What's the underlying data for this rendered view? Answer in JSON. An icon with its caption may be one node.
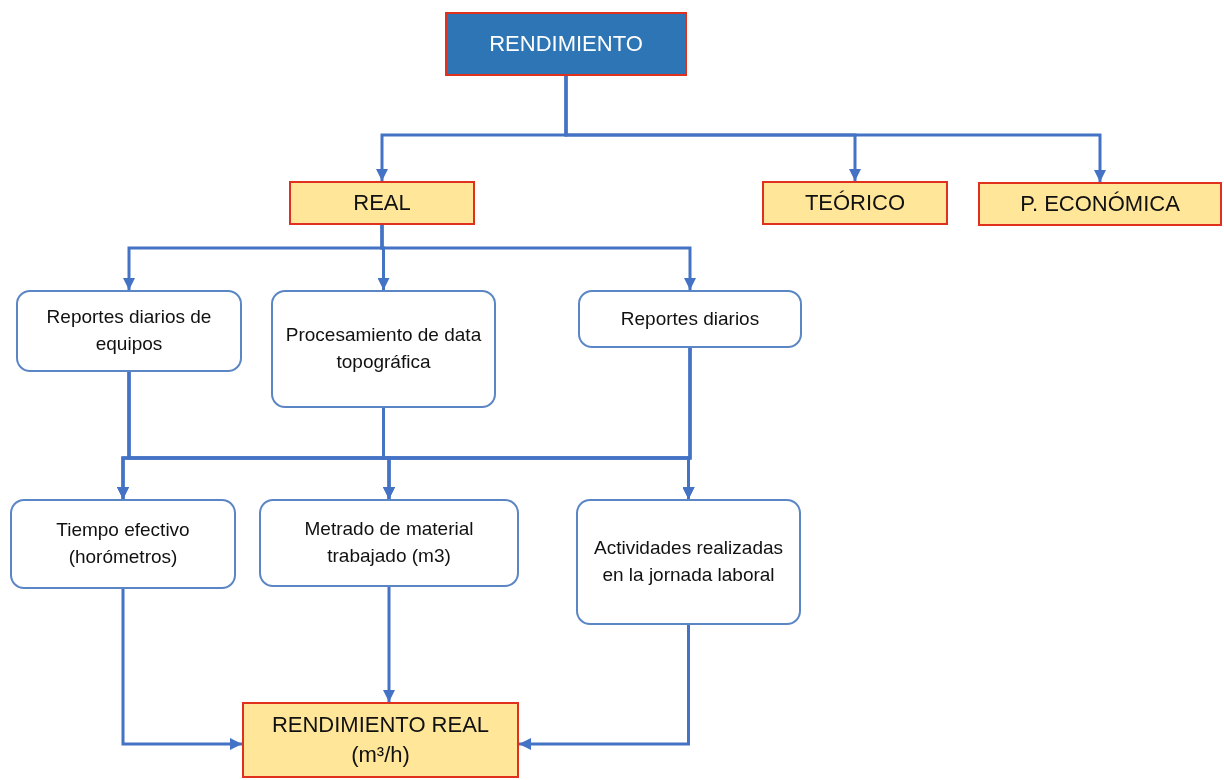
{
  "diagram": {
    "nodes": [
      {
        "text": [
          "RENDIMIENTO"
        ]
      },
      {
        "text": [
          "REAL"
        ]
      },
      {
        "text": [
          "TEÓRICO"
        ]
      },
      {
        "text": [
          "P. ECONÓMICA"
        ]
      },
      {
        "text": [
          "Reportes diarios de equipos"
        ]
      },
      {
        "text": [
          "Procesamiento de data topográfica"
        ]
      },
      {
        "text": [
          "Reportes diarios"
        ]
      },
      {
        "text": [
          "Tiempo efectivo (horómetros)"
        ]
      },
      {
        "text": [
          "Metrado de material trabajado (m3)"
        ]
      },
      {
        "text": [
          "Actividades realizadas en la jornada laboral"
        ]
      },
      {
        "text": [
          "RENDIMIENTO REAL (m³/h)"
        ]
      }
    ],
    "edges": [
      {
        "from": 0,
        "to": 1,
        "arrow": "to"
      },
      {
        "from": 0,
        "to": 2,
        "arrow": "to"
      },
      {
        "from": 0,
        "to": 3,
        "arrow": "to"
      },
      {
        "from": 1,
        "to": 4,
        "arrow": "to"
      },
      {
        "from": 1,
        "to": 5,
        "arrow": "to"
      },
      {
        "from": 1,
        "to": 6,
        "arrow": "to"
      },
      {
        "from": 4,
        "to": 7,
        "arrow": "to"
      },
      {
        "from": 4,
        "to": 8,
        "arrow": "to"
      },
      {
        "from": 4,
        "to": 9,
        "arrow": "to"
      },
      {
        "from": 5,
        "to": 7,
        "arrow": "to"
      },
      {
        "from": 5,
        "to": 8,
        "arrow": "to"
      },
      {
        "from": 5,
        "to": 9,
        "arrow": "to"
      },
      {
        "from": 6,
        "to": 7,
        "arrow": "to"
      },
      {
        "from": 6,
        "to": 8,
        "arrow": "to"
      },
      {
        "from": 6,
        "to": 9,
        "arrow": "to"
      },
      {
        "from": 7,
        "to": 10,
        "arrow": "to"
      },
      {
        "from": 8,
        "to": 10,
        "arrow": "to"
      },
      {
        "from": 9,
        "to": 10,
        "arrow": "to"
      }
    ]
  }
}
